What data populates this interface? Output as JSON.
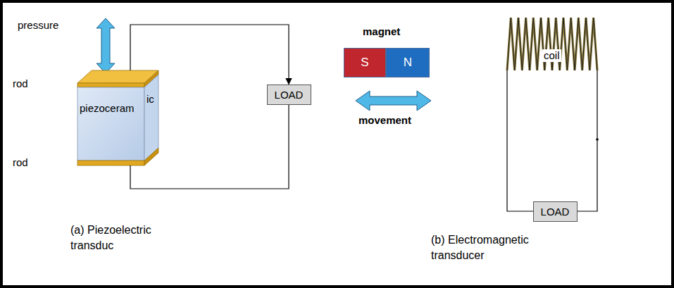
{
  "diagram": {
    "nodes": [
      {
        "text": [
          "piezoceram",
          "ic"
        ]
      },
      {
        "text": [
          "LOAD"
        ]
      },
      {
        "text": [
          "S"
        ]
      },
      {
        "text": [
          "N"
        ]
      },
      {
        "text": [
          "LOAD"
        ]
      }
    ],
    "edges": [
      {
        "from": 0,
        "to": 1,
        "arrow": "to"
      },
      {
        "from": 0,
        "to": 1,
        "arrow": "none"
      }
    ],
    "labels": [
      "pressure",
      "rod",
      "rod",
      "magnet",
      "movement",
      "coil",
      "(a) Piezoelectric transduc",
      "(b) Electromagnetic transducer"
    ]
  }
}
